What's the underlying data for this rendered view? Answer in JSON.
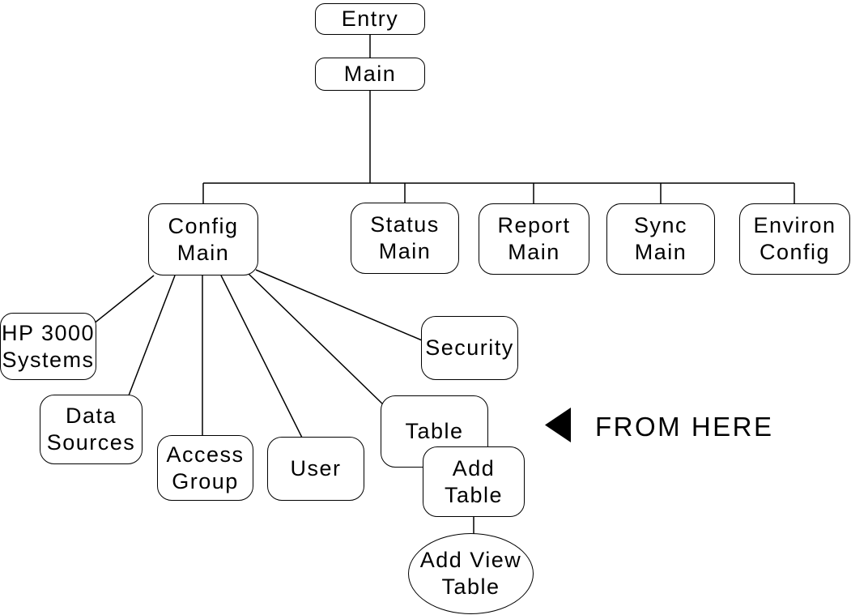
{
  "diagram_type": "menu-hierarchy-tree",
  "colors": {
    "background": "#ffffff",
    "line": "#000000",
    "box_border": "#000000",
    "box_fill": "#ffffff",
    "text": "#000000",
    "arrow_fill": "#000000"
  },
  "nodes": {
    "entry": {
      "line1": "Entry"
    },
    "main": {
      "line1": "Main"
    },
    "config_main": {
      "line1": "Config",
      "line2": "Main"
    },
    "status_main": {
      "line1": "Status",
      "line2": "Main"
    },
    "report_main": {
      "line1": "Report",
      "line2": "Main"
    },
    "sync_main": {
      "line1": "Sync",
      "line2": "Main"
    },
    "environ_config": {
      "line1": "Environ",
      "line2": "Config"
    },
    "hp3000_systems": {
      "line1": "HP 3000",
      "line2": "Systems"
    },
    "data_sources": {
      "line1": "Data",
      "line2": "Sources"
    },
    "access_group": {
      "line1": "Access",
      "line2": "Group"
    },
    "user": {
      "line1": "User"
    },
    "security": {
      "line1": "Security"
    },
    "table": {
      "line1": "Table"
    },
    "add_table": {
      "line1": "Add",
      "line2": "Table"
    },
    "add_view_table": {
      "line1": "Add View",
      "line2": "Table"
    }
  },
  "edges": [
    {
      "from": "entry",
      "to": "main",
      "style": "line"
    },
    {
      "from": "main",
      "to": "config_main",
      "style": "line"
    },
    {
      "from": "main",
      "to": "status_main",
      "style": "line"
    },
    {
      "from": "main",
      "to": "report_main",
      "style": "line"
    },
    {
      "from": "main",
      "to": "sync_main",
      "style": "line"
    },
    {
      "from": "main",
      "to": "environ_config",
      "style": "line"
    },
    {
      "from": "config_main",
      "to": "hp3000_systems",
      "style": "line"
    },
    {
      "from": "config_main",
      "to": "data_sources",
      "style": "line"
    },
    {
      "from": "config_main",
      "to": "access_group",
      "style": "line"
    },
    {
      "from": "config_main",
      "to": "user",
      "style": "line"
    },
    {
      "from": "config_main",
      "to": "security",
      "style": "line"
    },
    {
      "from": "config_main",
      "to": "table",
      "style": "line"
    },
    {
      "from": "table",
      "to": "add_table",
      "style": "overlap"
    },
    {
      "from": "add_table",
      "to": "add_view_table",
      "style": "line"
    }
  ],
  "annotation": {
    "text": "FROM HERE",
    "arrow_direction": "left",
    "points_to": "table"
  }
}
